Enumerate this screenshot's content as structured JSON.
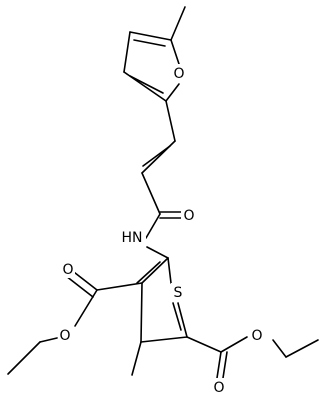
{
  "atoms": {
    "furan_oxygen": "O",
    "amide_oxygen": "O",
    "amide_nh": "HN",
    "thiophene_sulfur": "S",
    "ester1_carbonyl_oxygen": "O",
    "ester1_ether_oxygen": "O",
    "ester2_carbonyl_oxygen": "O",
    "ester2_ether_oxygen": "O"
  },
  "colors": {
    "bond": "#000000",
    "label": "#000000",
    "background": "#ffffff"
  }
}
